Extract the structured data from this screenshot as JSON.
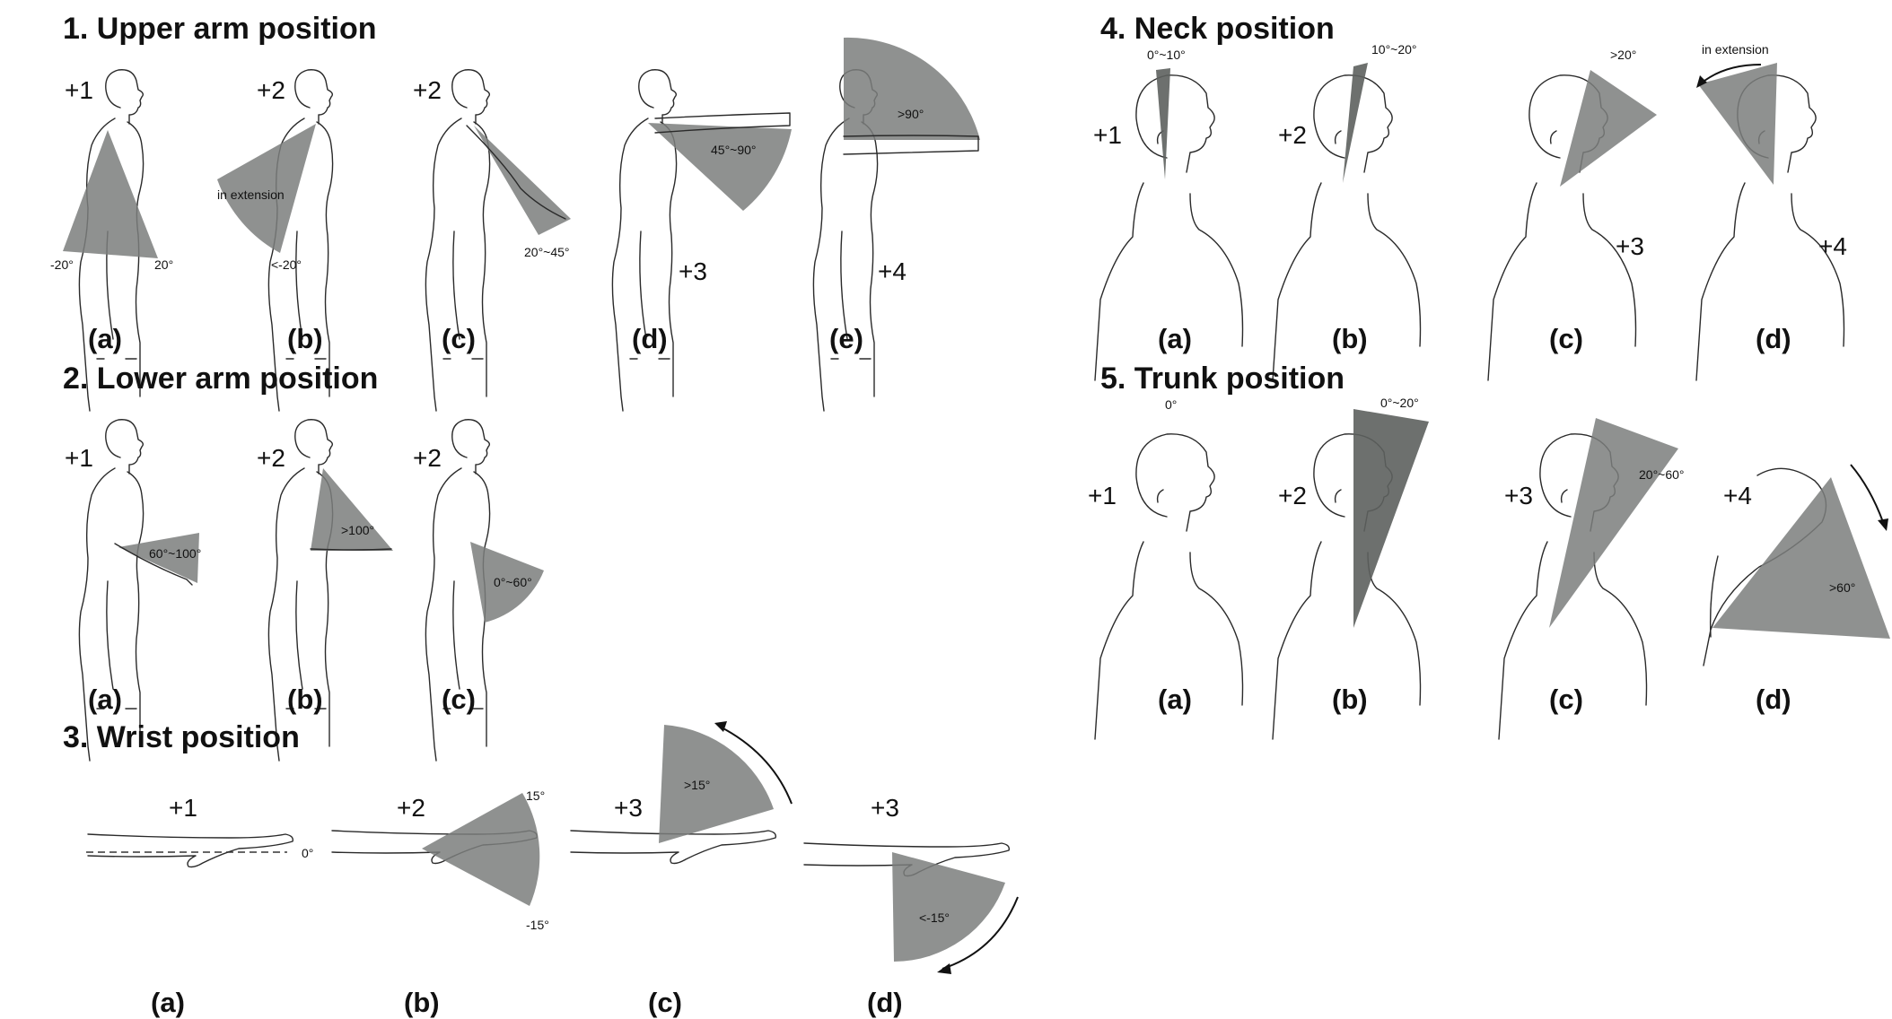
{
  "sections": {
    "s1": {
      "title": "1. Upper arm position"
    },
    "s2": {
      "title": "2. Lower arm position"
    },
    "s3": {
      "title": "3. Wrist position"
    },
    "s4": {
      "title": "4. Neck position"
    },
    "s5": {
      "title": "5. Trunk position"
    }
  },
  "upper_arm": {
    "a": {
      "score": "+1",
      "label": "(a)",
      "angle_neg": "-20°",
      "angle_pos": "20°"
    },
    "b": {
      "score": "+2",
      "label": "(b)",
      "note": "in extension",
      "angle": "<-20°"
    },
    "c": {
      "score": "+2",
      "label": "(c)",
      "angle": "20°~45°"
    },
    "d": {
      "score": "+3",
      "label": "(d)",
      "angle": "45°~90°"
    },
    "e": {
      "score": "+4",
      "label": "(e)",
      "angle": ">90°"
    }
  },
  "lower_arm": {
    "a": {
      "score": "+1",
      "label": "(a)",
      "angle": "60°~100°"
    },
    "b": {
      "score": "+2",
      "label": "(b)",
      "angle": ">100°"
    },
    "c": {
      "score": "+2",
      "label": "(c)",
      "angle": "0°~60°"
    }
  },
  "wrist": {
    "a": {
      "score": "+1",
      "label": "(a)",
      "angle": "0°"
    },
    "b": {
      "score": "+2",
      "label": "(b)",
      "angle_up": "15°",
      "angle_down": "-15°"
    },
    "c": {
      "score": "+3",
      "label": "(c)",
      "angle": ">15°"
    },
    "d": {
      "score": "+3",
      "label": "(d)",
      "angle": "<-15°"
    }
  },
  "neck": {
    "a": {
      "score": "+1",
      "label": "(a)",
      "angle": "0°~10°"
    },
    "b": {
      "score": "+2",
      "label": "(b)",
      "angle": "10°~20°"
    },
    "c": {
      "score": "+3",
      "label": "(c)",
      "angle": ">20°"
    },
    "d": {
      "score": "+4",
      "label": "(d)",
      "note": "in extension"
    }
  },
  "trunk": {
    "a": {
      "score": "+1",
      "label": "(a)",
      "angle": "0°"
    },
    "b": {
      "score": "+2",
      "label": "(b)",
      "angle": "0°~20°"
    },
    "c": {
      "score": "+3",
      "label": "(c)",
      "angle": "20°~60°"
    },
    "d": {
      "score": "+4",
      "label": "(d)",
      "angle": ">60°"
    }
  },
  "colors": {
    "wedge": "#7b7e7c",
    "wedge_dark": "#5d605e",
    "line": "#2a2a2a"
  }
}
